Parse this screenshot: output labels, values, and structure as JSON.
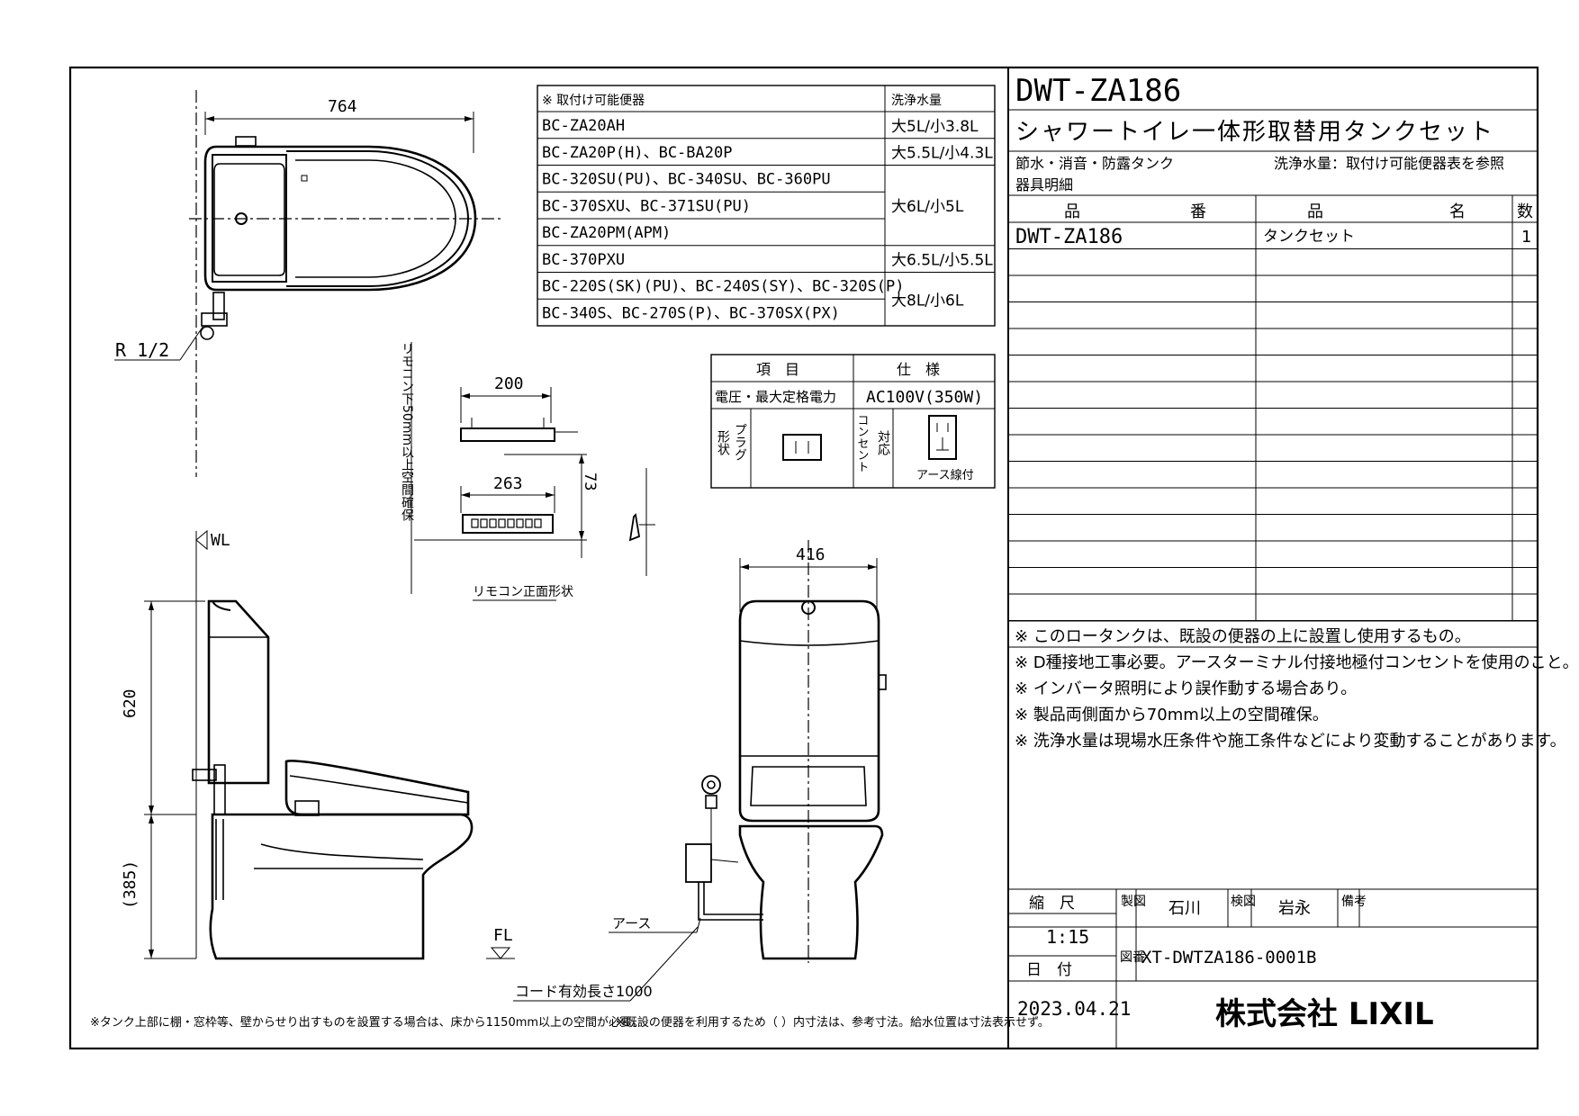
{
  "title_block": {
    "model": "DWT-ZA186",
    "product_name": "シャワートイレ一体形取替用タンクセット",
    "feature": "節水・消音・防露タンク",
    "water_note": "洗浄水量：取付け可能便器表を参照",
    "parts_label": "器具明細"
  },
  "parts_table": {
    "headers": [
      "品",
      "番",
      "品",
      "名",
      "数"
    ],
    "rows": [
      {
        "part_no": "DWT-ZA186",
        "name": "タンクセット",
        "qty": "1"
      }
    ]
  },
  "notes": [
    "※ このロータンクは、既設の便器の上に設置し使用するもの。",
    "※ D種接地工事必要。アースターミナル付接地極付コンセントを使用のこと。",
    "※ インバータ照明により誤作動する場合あり。",
    "※ 製品両側面から70mm以上の空間確保。",
    "※ 洗浄水量は現場水圧条件や施工条件などにより変動することがあります。"
  ],
  "footer": {
    "scale_label": "縮　尺",
    "scale_value": "1:15",
    "drawn_label": "製図",
    "drawn_by": "石川",
    "checked_label": "検図",
    "checked_by": "岩永",
    "remarks_label": "備考",
    "date_label": "日　付",
    "date_value": "2023.04.21",
    "number_label": "図番",
    "drawing_no": "XT-DWTZA186-0001B",
    "company": "株式会社 LIXIL"
  },
  "compat_table": {
    "header_left": "※ 取付け可能便器",
    "header_right": "洗浄水量",
    "rows": [
      {
        "model": "BC-ZA20AH",
        "volume": "大5L/小3.8L"
      },
      {
        "model": "BC-ZA20P(H)、BC-BA20P",
        "volume": "大5.5L/小4.3L"
      },
      {
        "model": "BC-320SU(PU)、BC-340SU、BC-360PU",
        "volume": "大6L/小5L"
      },
      {
        "model": "BC-370SXU、BC-371SU(PU)",
        "volume": ""
      },
      {
        "model": "BC-ZA20PM(APM)",
        "volume": ""
      },
      {
        "model": "BC-370PXU",
        "volume": "大6.5L/小5.5L"
      },
      {
        "model": "BC-220S(SK)(PU)、BC-240S(SY)、BC-320S(P)",
        "volume": "大8L/小6L"
      },
      {
        "model": "BC-340S、BC-270S(P)、BC-370SX(PX)",
        "volume": ""
      }
    ]
  },
  "spec_table": {
    "col1": "項　目",
    "col2": "仕　様",
    "row1_label": "電圧・最大定格電力",
    "row1_value": "AC100V(350W)",
    "shape_label": "形状",
    "plug_label": "プラグ",
    "outlet_label": "コンセント",
    "support_label": "対応",
    "earth_label": "アース線付"
  },
  "dimensions": {
    "top_width": "764",
    "r_half": "R 1/2",
    "remote_width_top": "200",
    "remote_width": "263",
    "remote_depth": "73",
    "remote_caption": "リモコン正面形状",
    "remote_clearance": "リモコン下50mm以上空間確保",
    "wl": "WL",
    "height_620": "620",
    "height_385": "(385)",
    "fl": "FL",
    "front_width": "416",
    "earth": "アース",
    "cord": "コード有効長さ1000"
  },
  "bottom_notes": {
    "left": "※タンク上部に棚・窓枠等、壁からせり出すものを設置する場合は、床から1150mm以上の空間が必要。",
    "right": "※既設の便器を利用するため（ ）内寸法は、参考寸法。給水位置は寸法表示せず。"
  }
}
